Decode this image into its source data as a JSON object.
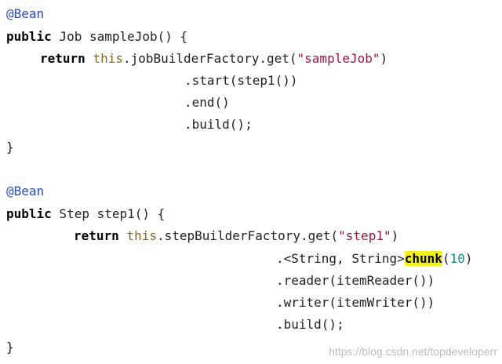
{
  "code": {
    "bean1_annotation": "@Bean",
    "job_method": {
      "kw_public": "public",
      "rest": " Job sampleJob() {"
    },
    "job_return": {
      "kw_return": "return",
      "this": "this",
      "call": ".jobBuilderFactory.get(",
      "string": "\"sampleJob\"",
      "close": ")"
    },
    "job_chain": [
      ".start(step1())",
      ".end()",
      ".build();"
    ],
    "job_close": "}",
    "bean2_annotation": "@Bean",
    "step_method": {
      "kw_public": "public",
      "rest": " Step step1() {"
    },
    "step_return": {
      "kw_return": "return",
      "this": "this",
      "call": ".stepBuilderFactory.get(",
      "string": "\"step1\"",
      "close": ")"
    },
    "step_chunk": {
      "prefix": ".<String, String>",
      "highlight": "chunk",
      "open": "(",
      "number": "10",
      "close": ")"
    },
    "step_chain": [
      ".reader(itemReader())",
      ".writer(itemWriter())",
      ".build();"
    ],
    "step_close": "}"
  },
  "watermark": "https://blog.csdn.net/topdeveloperr",
  "colors": {
    "annotation": "#2b4bbf",
    "string": "#a3153c",
    "this_keyword": "#8a6a18",
    "number": "#1a8a8a",
    "highlight": "#f2f21a"
  }
}
